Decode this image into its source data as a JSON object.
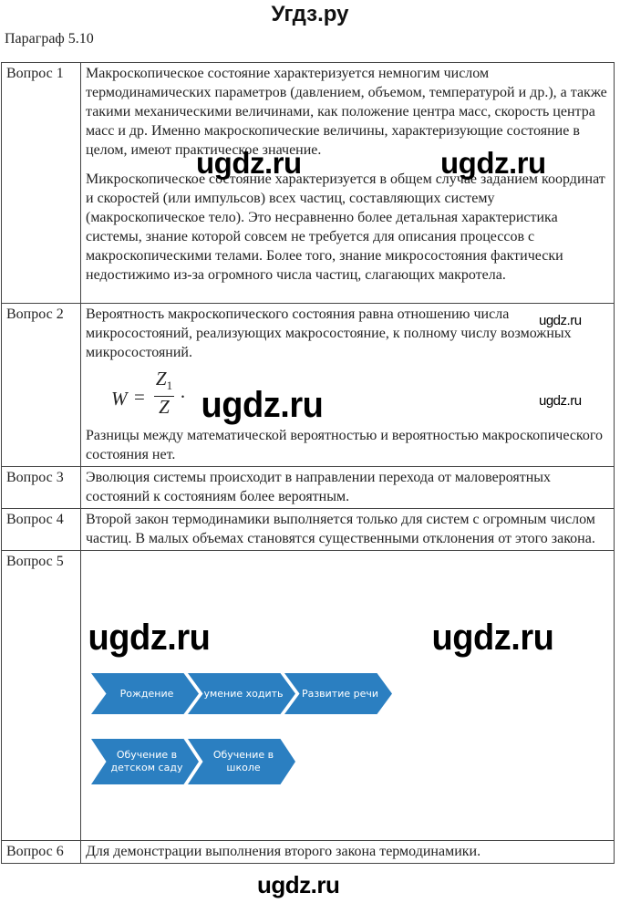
{
  "header": {
    "site_title": "Угдз.ру",
    "section_title": "Параграф 5.10"
  },
  "table": {
    "rows": [
      {
        "question": "Вопрос 1",
        "paragraphs": [
          "Макроскопическое состояние характеризуется немногим числом термодинамических параметров (давлением, объемом, температурой и др.), а также такими механическими величинами, как положение центра масс, скорость центра масс и др. Именно макроскопические величины, характеризующие состояние в целом, имеют практическое значение.",
          "Микроскопическое состояние характеризуется в общем случае заданием координат и скоростей (или импульсов) всех частиц, составляющих систему (макроскопическое тело). Это несравненно более детальная характеристика системы, знание которой совсем не требуется для описания процессов с макроскопическими телами. Более того, знание микросостояния фактически недостижимо из-за огромного числа частиц, слагающих макротела."
        ]
      },
      {
        "question": "Вопрос 2",
        "paragraphs": [
          "Вероятность макроскопического состояния равна отношению числа микросостояний, реализующих макросостояние, к полному числу возможных микросостояний.",
          "Разницы между математической вероятностью и вероятностью макроскопического состояния нет."
        ],
        "formula": {
          "lhs": "W",
          "equals": "=",
          "numerator": "Z",
          "numerator_sub": "1",
          "denominator": "Z",
          "trailing": "·"
        }
      },
      {
        "question": "Вопрос 3",
        "paragraphs": [
          "Эволюция системы происходит в направлении перехода от маловероятных состояний к состояниям более вероятным."
        ]
      },
      {
        "question": "Вопрос 4",
        "paragraphs": [
          "Второй закон термодинамики выполняется только для систем с огромным числом частиц. В малых объемах становятся существенными отклонения от этого закона."
        ]
      },
      {
        "question": "Вопрос 5",
        "diagram": {
          "color": "#2b7fc1",
          "steps": [
            "Рождение",
            "умение ходить",
            "Развитие речи",
            "Обучение в детском саду",
            "Обучение в школе"
          ]
        }
      },
      {
        "question": "Вопрос 6",
        "paragraphs": [
          "Для демонстрации выполнения второго закона термодинамики."
        ]
      }
    ]
  },
  "watermarks": {
    "text": "ugdz.ru"
  }
}
